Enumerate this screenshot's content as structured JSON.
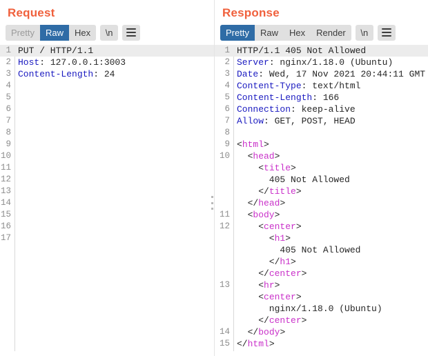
{
  "request": {
    "title": "Request",
    "toolbar": {
      "tabs": [
        {
          "label": "Pretty",
          "state": "disabled"
        },
        {
          "label": "Raw",
          "state": "active"
        },
        {
          "label": "Hex",
          "state": "normal"
        }
      ],
      "newline_label": "\\n",
      "menu_label": "menu"
    },
    "lines": [
      {
        "num": "1",
        "highlight": true,
        "parts": [
          {
            "text": "PUT / HTTP/1.1",
            "style": "plain"
          }
        ]
      },
      {
        "num": "2",
        "highlight": false,
        "parts": [
          {
            "text": "Host",
            "style": "hdr-name"
          },
          {
            "text": ": 127.0.0.1:3003",
            "style": "plain"
          }
        ]
      },
      {
        "num": "3",
        "highlight": false,
        "parts": [
          {
            "text": "Content-Length",
            "style": "hdr-name"
          },
          {
            "text": ": 24",
            "style": "plain"
          }
        ]
      },
      {
        "num": "4",
        "highlight": false,
        "parts": []
      },
      {
        "num": "5",
        "highlight": false,
        "parts": []
      },
      {
        "num": "6",
        "highlight": false,
        "parts": []
      },
      {
        "num": "7",
        "highlight": false,
        "parts": []
      },
      {
        "num": "8",
        "highlight": false,
        "parts": []
      },
      {
        "num": "9",
        "highlight": false,
        "parts": []
      },
      {
        "num": "10",
        "highlight": false,
        "parts": []
      },
      {
        "num": "11",
        "highlight": false,
        "parts": []
      },
      {
        "num": "12",
        "highlight": false,
        "parts": []
      },
      {
        "num": "13",
        "highlight": false,
        "parts": []
      },
      {
        "num": "14",
        "highlight": false,
        "parts": []
      },
      {
        "num": "15",
        "highlight": false,
        "parts": []
      },
      {
        "num": "16",
        "highlight": false,
        "parts": []
      },
      {
        "num": "17",
        "highlight": false,
        "parts": []
      }
    ]
  },
  "response": {
    "title": "Response",
    "toolbar": {
      "tabs": [
        {
          "label": "Pretty",
          "state": "active"
        },
        {
          "label": "Raw",
          "state": "normal"
        },
        {
          "label": "Hex",
          "state": "normal"
        },
        {
          "label": "Render",
          "state": "normal"
        }
      ],
      "newline_label": "\\n",
      "menu_label": "menu"
    },
    "lines": [
      {
        "num": "1",
        "highlight": true,
        "parts": [
          {
            "text": "HTTP/1.1 405 Not Allowed",
            "style": "plain"
          }
        ]
      },
      {
        "num": "2",
        "highlight": false,
        "parts": [
          {
            "text": "Server",
            "style": "hdr-name"
          },
          {
            "text": ": nginx/1.18.0 (Ubuntu)",
            "style": "plain"
          }
        ]
      },
      {
        "num": "3",
        "highlight": false,
        "parts": [
          {
            "text": "Date",
            "style": "hdr-name"
          },
          {
            "text": ": Wed, 17 Nov 2021 20:44:11 GMT",
            "style": "plain"
          }
        ]
      },
      {
        "num": "4",
        "highlight": false,
        "parts": [
          {
            "text": "Content-Type",
            "style": "hdr-name"
          },
          {
            "text": ": text/html",
            "style": "plain"
          }
        ]
      },
      {
        "num": "5",
        "highlight": false,
        "parts": [
          {
            "text": "Content-Length",
            "style": "hdr-name"
          },
          {
            "text": ": 166",
            "style": "plain"
          }
        ]
      },
      {
        "num": "6",
        "highlight": false,
        "parts": [
          {
            "text": "Connection",
            "style": "hdr-name"
          },
          {
            "text": ": keep-alive",
            "style": "plain"
          }
        ]
      },
      {
        "num": "7",
        "highlight": false,
        "parts": [
          {
            "text": "Allow",
            "style": "hdr-name"
          },
          {
            "text": ": GET, POST, HEAD",
            "style": "plain"
          }
        ]
      },
      {
        "num": "8",
        "highlight": false,
        "parts": []
      },
      {
        "num": "9",
        "highlight": false,
        "parts": [
          {
            "text": "<",
            "style": "plain"
          },
          {
            "text": "html",
            "style": "tag"
          },
          {
            "text": ">",
            "style": "plain"
          }
        ]
      },
      {
        "num": "10",
        "highlight": false,
        "parts": [
          {
            "text": "  <",
            "style": "plain"
          },
          {
            "text": "head",
            "style": "tag"
          },
          {
            "text": ">",
            "style": "plain"
          }
        ]
      },
      {
        "num": "",
        "highlight": false,
        "parts": [
          {
            "text": "    <",
            "style": "plain"
          },
          {
            "text": "title",
            "style": "tag"
          },
          {
            "text": ">",
            "style": "plain"
          }
        ]
      },
      {
        "num": "",
        "highlight": false,
        "parts": [
          {
            "text": "      405 Not Allowed",
            "style": "plain"
          }
        ]
      },
      {
        "num": "",
        "highlight": false,
        "parts": [
          {
            "text": "    </",
            "style": "plain"
          },
          {
            "text": "title",
            "style": "tag"
          },
          {
            "text": ">",
            "style": "plain"
          }
        ]
      },
      {
        "num": "",
        "highlight": false,
        "parts": [
          {
            "text": "  </",
            "style": "plain"
          },
          {
            "text": "head",
            "style": "tag"
          },
          {
            "text": ">",
            "style": "plain"
          }
        ]
      },
      {
        "num": "11",
        "highlight": false,
        "parts": [
          {
            "text": "  <",
            "style": "plain"
          },
          {
            "text": "body",
            "style": "tag"
          },
          {
            "text": ">",
            "style": "plain"
          }
        ]
      },
      {
        "num": "12",
        "highlight": false,
        "parts": [
          {
            "text": "    <",
            "style": "plain"
          },
          {
            "text": "center",
            "style": "tag"
          },
          {
            "text": ">",
            "style": "plain"
          }
        ]
      },
      {
        "num": "",
        "highlight": false,
        "parts": [
          {
            "text": "      <",
            "style": "plain"
          },
          {
            "text": "h1",
            "style": "tag"
          },
          {
            "text": ">",
            "style": "plain"
          }
        ]
      },
      {
        "num": "",
        "highlight": false,
        "parts": [
          {
            "text": "        405 Not Allowed",
            "style": "plain"
          }
        ]
      },
      {
        "num": "",
        "highlight": false,
        "parts": [
          {
            "text": "      </",
            "style": "plain"
          },
          {
            "text": "h1",
            "style": "tag"
          },
          {
            "text": ">",
            "style": "plain"
          }
        ]
      },
      {
        "num": "",
        "highlight": false,
        "parts": [
          {
            "text": "    </",
            "style": "plain"
          },
          {
            "text": "center",
            "style": "tag"
          },
          {
            "text": ">",
            "style": "plain"
          }
        ]
      },
      {
        "num": "13",
        "highlight": false,
        "parts": [
          {
            "text": "    <",
            "style": "plain"
          },
          {
            "text": "hr",
            "style": "tag"
          },
          {
            "text": ">",
            "style": "plain"
          }
        ]
      },
      {
        "num": "",
        "highlight": false,
        "parts": [
          {
            "text": "    <",
            "style": "plain"
          },
          {
            "text": "center",
            "style": "tag"
          },
          {
            "text": ">",
            "style": "plain"
          }
        ]
      },
      {
        "num": "",
        "highlight": false,
        "parts": [
          {
            "text": "      nginx/1.18.0 (Ubuntu)",
            "style": "plain"
          }
        ]
      },
      {
        "num": "",
        "highlight": false,
        "parts": [
          {
            "text": "    </",
            "style": "plain"
          },
          {
            "text": "center",
            "style": "tag"
          },
          {
            "text": ">",
            "style": "plain"
          }
        ]
      },
      {
        "num": "14",
        "highlight": false,
        "parts": [
          {
            "text": "  </",
            "style": "plain"
          },
          {
            "text": "body",
            "style": "tag"
          },
          {
            "text": ">",
            "style": "plain"
          }
        ]
      },
      {
        "num": "15",
        "highlight": false,
        "parts": [
          {
            "text": "</",
            "style": "plain"
          },
          {
            "text": "html",
            "style": "tag"
          },
          {
            "text": ">",
            "style": "plain"
          }
        ]
      }
    ]
  },
  "splitter": {
    "label": "panel-resize-handle"
  },
  "colors": {
    "title": "#f0603c",
    "active_tab_bg": "#2f6ca6",
    "toolbar_bg": "#e0e0e0",
    "header_name": "#1a1ac0",
    "tag": "#c930c9",
    "line_number": "#8d8d8d",
    "line_highlight": "#ececec"
  }
}
